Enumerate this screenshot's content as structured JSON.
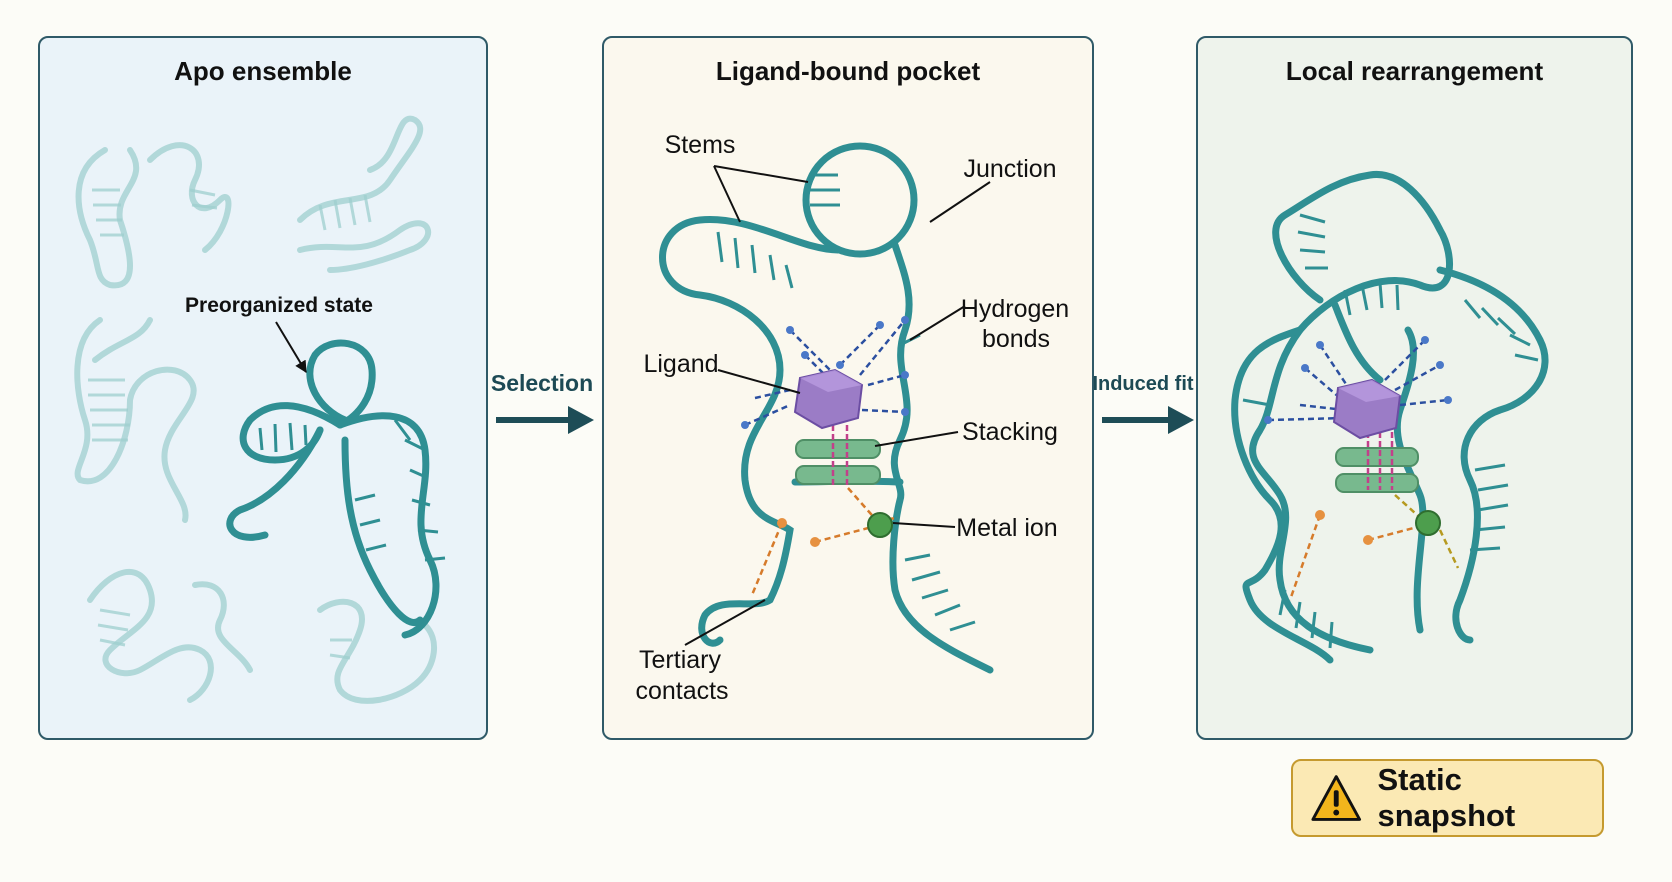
{
  "panels": {
    "apo": {
      "title": "Apo ensemble",
      "preorganized_label": "Preorganized state"
    },
    "bound": {
      "title": "Ligand-bound pocket",
      "labels": {
        "stems": "Stems",
        "junction": "Junction",
        "hydrogen_bonds_1": "Hydrogen",
        "hydrogen_bonds_2": "bonds",
        "ligand": "Ligand",
        "stacking": "Stacking",
        "metal_ion": "Metal ion",
        "tertiary_1": "Tertiary",
        "tertiary_2": "contacts"
      }
    },
    "rearrangement": {
      "title": "Local rearrangement"
    }
  },
  "arrows": {
    "selection": "Selection",
    "induced_fit": "Induced fit"
  },
  "badge": {
    "label": "Static snapshot",
    "icon": "warning-icon"
  },
  "colors": {
    "rna_strand": "#2f8f93",
    "ligand": "#9b7cc6",
    "stacking_base": "#78b98e",
    "metal_ion": "#4d9e4d",
    "hbond": "#2b4fa0",
    "tertiary": "#d67b2b",
    "arrow": "#1e4d57"
  }
}
